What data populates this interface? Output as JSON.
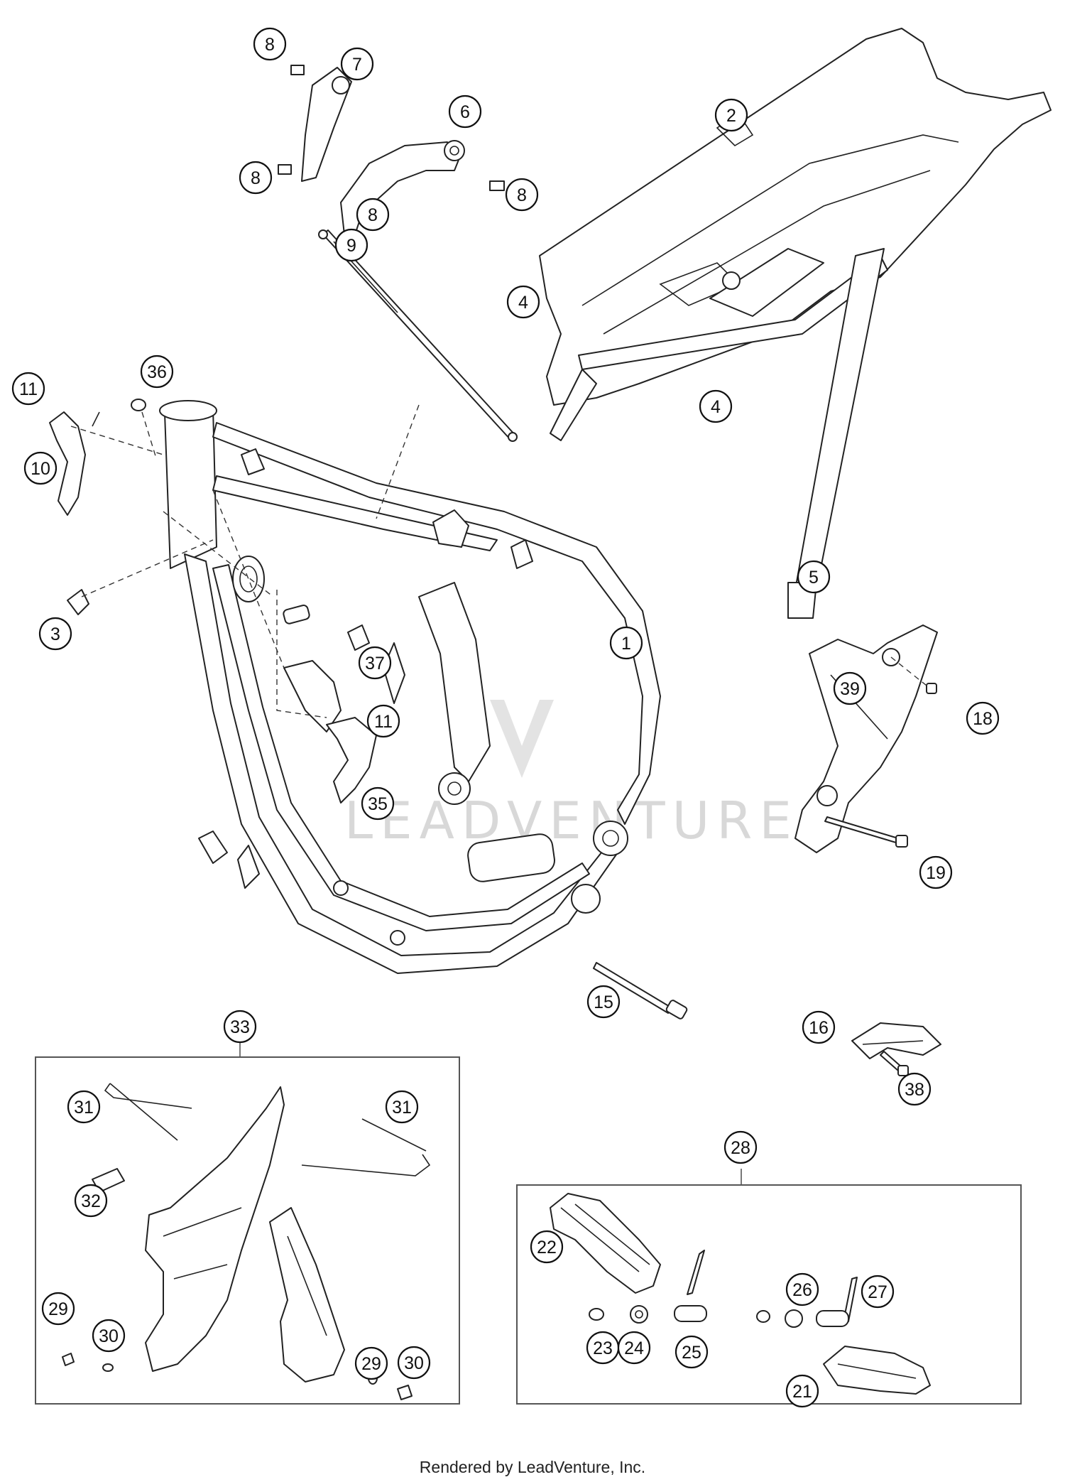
{
  "watermark": {
    "text": "LEADVENTURE"
  },
  "footer": {
    "text": "Rendered by LeadVenture, Inc."
  },
  "callouts": [
    {
      "label": "1"
    },
    {
      "label": "2"
    },
    {
      "label": "3"
    },
    {
      "label": "4"
    },
    {
      "label": "4"
    },
    {
      "label": "5"
    },
    {
      "label": "6"
    },
    {
      "label": "7"
    },
    {
      "label": "8"
    },
    {
      "label": "8"
    },
    {
      "label": "8"
    },
    {
      "label": "8"
    },
    {
      "label": "9"
    },
    {
      "label": "10"
    },
    {
      "label": "11"
    },
    {
      "label": "11"
    },
    {
      "label": "15"
    },
    {
      "label": "16"
    },
    {
      "label": "18"
    },
    {
      "label": "19"
    },
    {
      "label": "21"
    },
    {
      "label": "22"
    },
    {
      "label": "23"
    },
    {
      "label": "24"
    },
    {
      "label": "25"
    },
    {
      "label": "26"
    },
    {
      "label": "27"
    },
    {
      "label": "28"
    },
    {
      "label": "29"
    },
    {
      "label": "29"
    },
    {
      "label": "30"
    },
    {
      "label": "30"
    },
    {
      "label": "31"
    },
    {
      "label": "31"
    },
    {
      "label": "32"
    },
    {
      "label": "33"
    },
    {
      "label": "35"
    },
    {
      "label": "36"
    },
    {
      "label": "37"
    },
    {
      "label": "38"
    },
    {
      "label": "39"
    }
  ]
}
